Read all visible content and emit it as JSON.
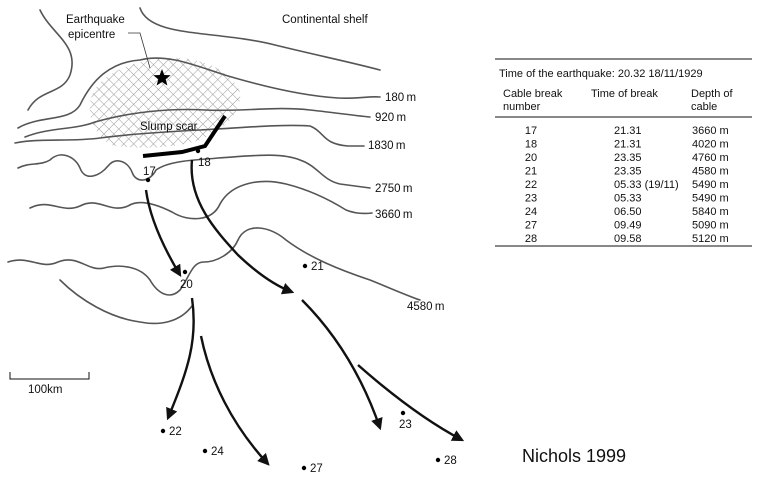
{
  "map": {
    "labels": {
      "epicentre": [
        "Earthquake",
        "epicentre"
      ],
      "shelf": "Continental shelf",
      "scar": "Slump scar",
      "scale": "100km"
    },
    "contours": [
      "180 m",
      "920 m",
      "1830 m",
      "2750 m",
      "3660 m",
      "4580 m"
    ],
    "breaks": [
      "17",
      "18",
      "20",
      "21",
      "22",
      "23",
      "24",
      "27",
      "28"
    ]
  },
  "table": {
    "title": "Time of the earthquake: 20.32 18/11/1929",
    "headers": [
      [
        "Cable break",
        "number"
      ],
      [
        "Time of break"
      ],
      [
        "Depth of",
        "cable"
      ]
    ],
    "rows": [
      [
        "17",
        "21.31",
        "3660 m"
      ],
      [
        "18",
        "21.31",
        "4020 m"
      ],
      [
        "20",
        "23.35",
        "4760 m"
      ],
      [
        "21",
        "23.35",
        "4580 m"
      ],
      [
        "22",
        "05.33  (19/11)",
        "5490 m"
      ],
      [
        "23",
        "05.33",
        "5490 m"
      ],
      [
        "24",
        "06.50",
        "5840 m"
      ],
      [
        "27",
        "09.49",
        "5090 m"
      ],
      [
        "28",
        "09.58",
        "5120 m"
      ]
    ]
  },
  "credit": "Nichols 1999"
}
